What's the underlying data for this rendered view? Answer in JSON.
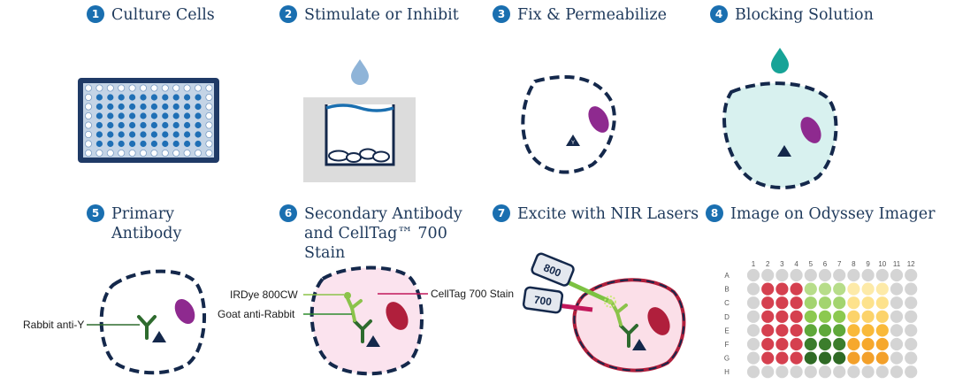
{
  "steps": [
    {
      "num": "1",
      "title": "Culture Cells"
    },
    {
      "num": "2",
      "title": "Stimulate or Inhibit"
    },
    {
      "num": "3",
      "title": "Fix & Permeabilize"
    },
    {
      "num": "4",
      "title": "Blocking Solution"
    },
    {
      "num": "5",
      "title_lines": [
        "Primary",
        "Antibody"
      ]
    },
    {
      "num": "6",
      "title_lines": [
        "Secondary Antibody",
        "and CellTag™ 700",
        "Stain"
      ]
    },
    {
      "num": "7",
      "title": "Excite with NIR Lasers"
    },
    {
      "num": "8",
      "title": "Image on Odyssey Imager"
    }
  ],
  "labels": {
    "rabbit_anti_y": "Rabbit anti-Y",
    "irdye": "IRDye 800CW",
    "goat_anti_rabbit": "Goat anti-Rabbit",
    "celltag": "CellTag 700 Stain",
    "laser_800": "800",
    "laser_700": "700",
    "antigen": "Y"
  },
  "plate": {
    "columns": [
      "1",
      "2",
      "3",
      "4",
      "5",
      "6",
      "7",
      "8",
      "9",
      "10",
      "11",
      "12"
    ],
    "rows": [
      "A",
      "B",
      "C",
      "D",
      "E",
      "F",
      "G",
      "H"
    ]
  },
  "colors": {
    "step_badge": "#1a6fb0",
    "title_text": "#1f3a5c",
    "navy": "#14284b",
    "purple": "#8e2a8f",
    "crimson": "#b01f3c",
    "antibody_green": "#2e8b2e",
    "secondary_green": "#8bc34a",
    "blocking_teal": "#17a397",
    "celltag_pink": "#fbe3ee"
  }
}
